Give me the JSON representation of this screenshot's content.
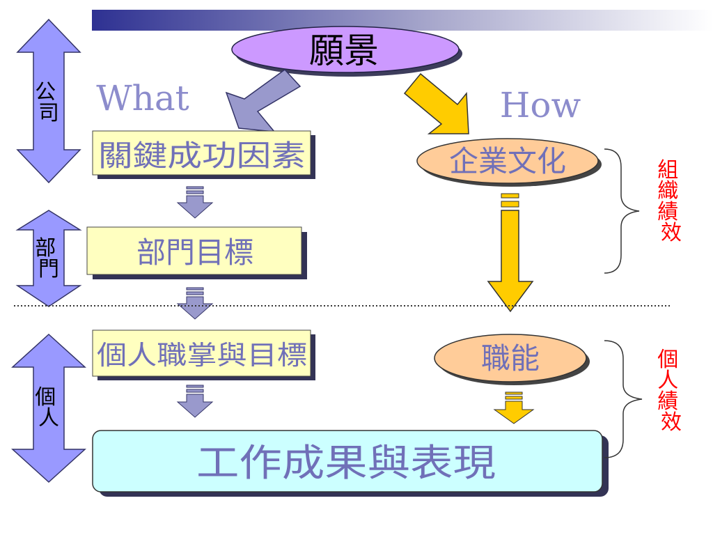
{
  "vision": "願景",
  "what_label": "What",
  "how_label": "How",
  "left_axis": {
    "company": "公司",
    "department": "部門",
    "individual": "個人"
  },
  "what_column": {
    "ksf": "關鍵成功因素",
    "dept_goals": "部門目標",
    "individual_goals": "個人職掌與目標"
  },
  "how_column": {
    "culture": "企業文化",
    "competency": "職能"
  },
  "result": "工作成果與表現",
  "brackets": {
    "org_performance": "組織績效",
    "individual_performance": "個人績效"
  },
  "colors": {
    "title_bar_dark": "#2e3192",
    "what_text": "#8c8ccc",
    "box_yellow": "#ffffc0",
    "box_text": "#7070b8",
    "ellipse_purple": "#cc99ff",
    "ellipse_orange": "#ffcc99",
    "arrow_blue": "#9999dd",
    "arrow_gold": "#ffcc00",
    "result_cyan": "#ccffff",
    "red_text": "#ff0000"
  }
}
